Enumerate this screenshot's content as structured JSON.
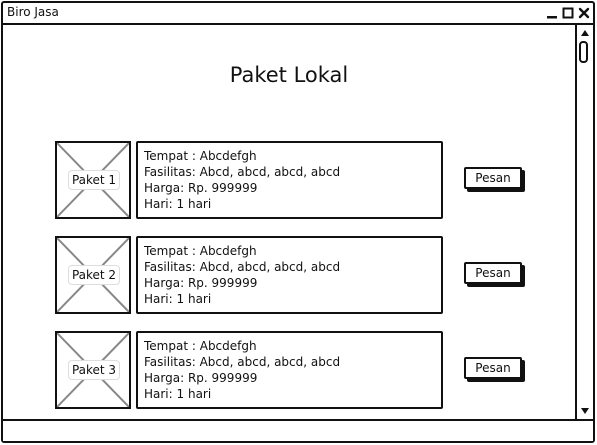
{
  "window": {
    "title": "Biro Jasa"
  },
  "page": {
    "title": "Paket Lokal"
  },
  "labels": {
    "tempat": "Tempat :",
    "fasilitas": "Fasilitas:",
    "harga": "Harga:",
    "hari": "Hari:"
  },
  "packages": [
    {
      "image_label": "Paket 1",
      "tempat": "Abcdefgh",
      "fasilitas": "Abcd, abcd, abcd, abcd",
      "harga": "Rp. 999999",
      "hari": "1 hari",
      "button_label": "Pesan"
    },
    {
      "image_label": "Paket 2",
      "tempat": "Abcdefgh",
      "fasilitas": "Abcd, abcd, abcd, abcd",
      "harga": "Rp. 999999",
      "hari": "1 hari",
      "button_label": "Pesan"
    },
    {
      "image_label": "Paket 3",
      "tempat": "Abcdefgh",
      "fasilitas": "Abcd, abcd, abcd, abcd",
      "harga": "Rp. 999999",
      "hari": "1 hari",
      "button_label": "Pesan"
    }
  ],
  "icons": {
    "minimize": "minimize-icon",
    "maximize": "maximize-icon",
    "close": "close-icon",
    "scroll_up": "arrow-up-icon",
    "scroll_down": "arrow-down-icon",
    "image_placeholder": "image-placeholder-icon"
  },
  "colors": {
    "ink": "#111111",
    "background": "#ffffff"
  }
}
